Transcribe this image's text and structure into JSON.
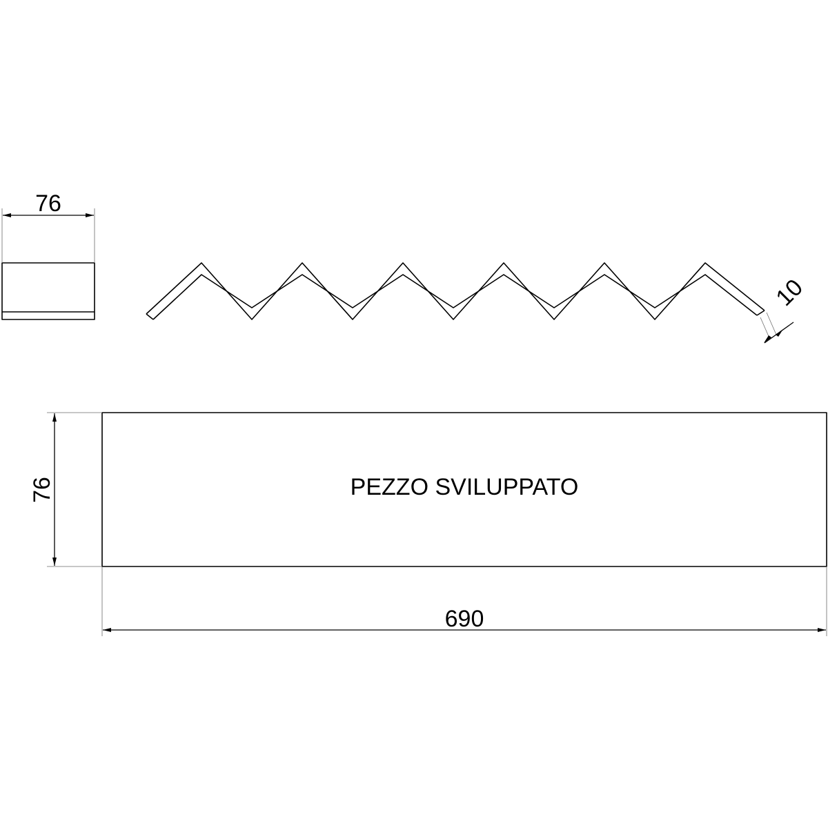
{
  "side_view": {
    "width_dim": "76"
  },
  "profile_view": {
    "thickness_dim": "10",
    "wave_count": 6
  },
  "developed_piece": {
    "label": "PEZZO SVILUPPATO",
    "height_dim": "76",
    "length_dim": "690"
  },
  "colors": {
    "line": "#000000",
    "extension_line": "#6a6a6a",
    "background": "#ffffff"
  }
}
